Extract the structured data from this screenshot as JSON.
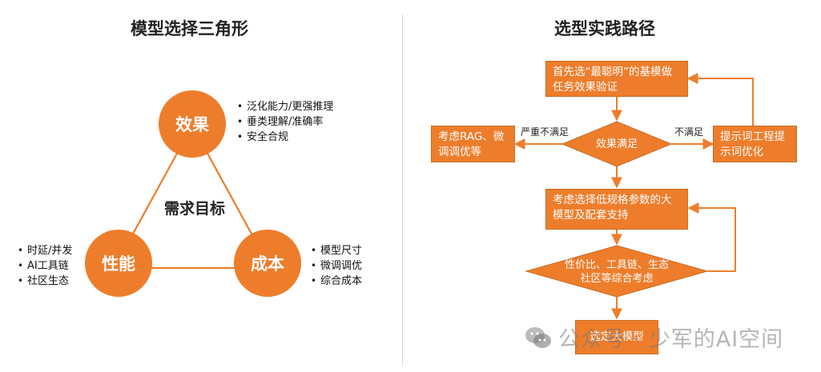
{
  "left": {
    "title": "模型选择三角形",
    "center": "需求目标",
    "nodes": {
      "effect": {
        "label": "效果",
        "bullets": [
          "泛化能力/更强推理",
          "垂类理解/准确率",
          "安全合规"
        ]
      },
      "performance": {
        "label": "性能",
        "bullets": [
          "时延/并发",
          "AI工具链",
          "社区生态"
        ]
      },
      "cost": {
        "label": "成本",
        "bullets": [
          "模型尺寸",
          "微调调优",
          "综合成本"
        ]
      }
    }
  },
  "right": {
    "title": "选型实践路径",
    "box1": "首先选“最聪明”的基模做任务效果验证",
    "decision1": "效果满足",
    "left_box": "考虑RAG、微调调优等",
    "right_box": "提示词工程提示词优化",
    "edge_left": "严重不满足",
    "edge_right": "不满足",
    "box2": "考虑选择低规格参数的大模型及配套支持",
    "decision2": "性价比、工具链、生态社区等综合考虑",
    "final": "选定大模型"
  },
  "watermark": "公众号 · 少军的AI空间",
  "colors": {
    "accent": "#ee7d2b",
    "line": "#ee7d2b"
  }
}
